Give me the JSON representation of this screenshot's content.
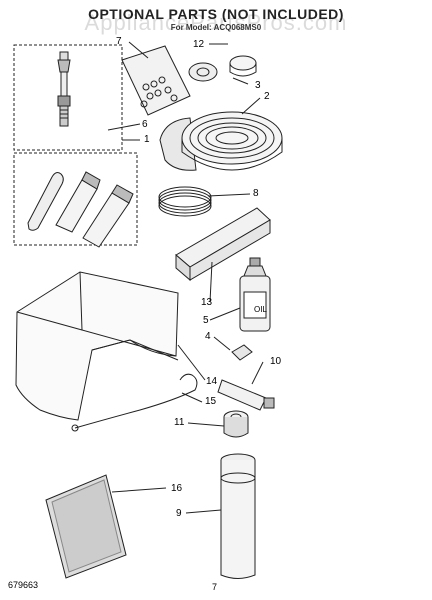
{
  "title": "OPTIONAL PARTS (NOT INCLUDED)",
  "subtitle": "For Model: ACQ068MS0",
  "watermark": "AppliancePartsPros.com",
  "callouts": [
    "7",
    "12",
    "3",
    "2",
    "6",
    "1",
    "8",
    "13",
    "5",
    "4",
    "10",
    "14",
    "15",
    "11",
    "16",
    "9"
  ],
  "footer_left": "679663",
  "footer_page": "7",
  "oil_label": "OIL"
}
